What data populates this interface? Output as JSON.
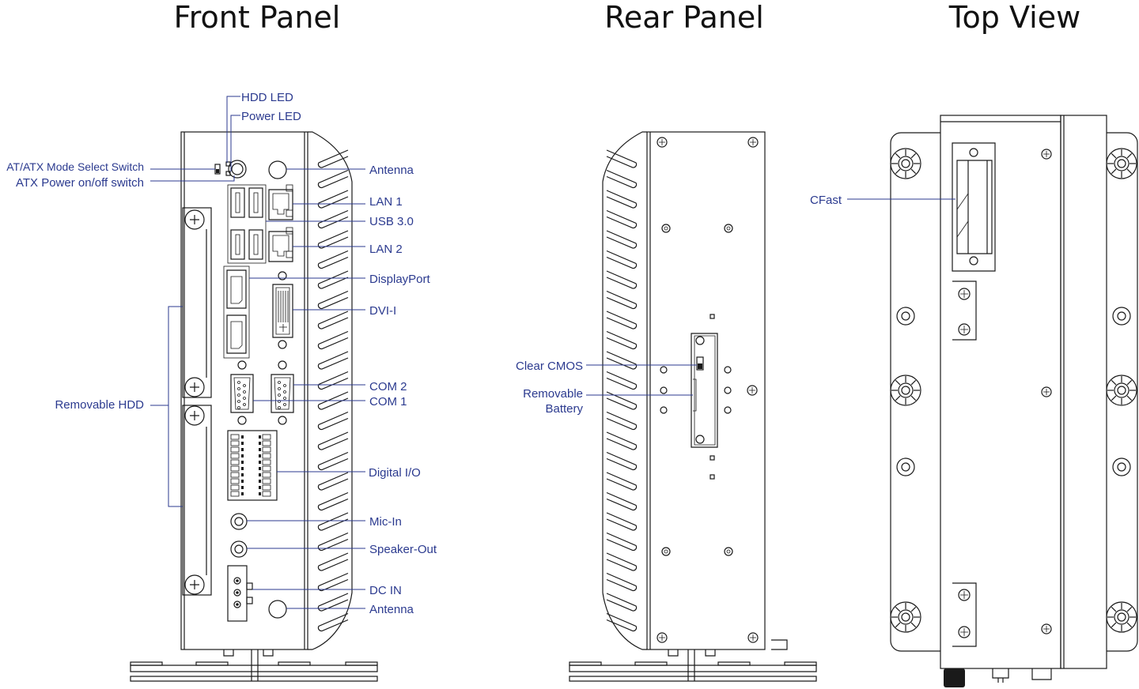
{
  "headings": {
    "front": "Front Panel",
    "rear": "Rear Panel",
    "top": "Top View"
  },
  "front_labels": {
    "hdd_led": "HDD LED",
    "power_led": "Power LED",
    "at_atx_switch": "AT/ATX Mode Select Switch",
    "atx_power": "ATX Power on/off switch",
    "antenna_top": "Antenna",
    "lan1": "LAN 1",
    "usb30": "USB 3.0",
    "lan2": "LAN 2",
    "displayport": "DisplayPort",
    "dvi": "DVI-I",
    "com2": "COM 2",
    "com1": "COM 1",
    "removable_hdd": "Removable HDD",
    "digital_io": "Digital I/O",
    "mic_in": "Mic-In",
    "speaker_out": "Speaker-Out",
    "dc_in": "DC IN",
    "antenna_bottom": "Antenna"
  },
  "rear_labels": {
    "clear_cmos": "Clear CMOS",
    "removable_battery_line1": "Removable",
    "removable_battery_line2": "Battery"
  },
  "top_labels": {
    "cfast": "CFast"
  },
  "colors": {
    "label": "#2b3a8f",
    "drawing": "#1a1a1a",
    "heading": "#111111"
  }
}
